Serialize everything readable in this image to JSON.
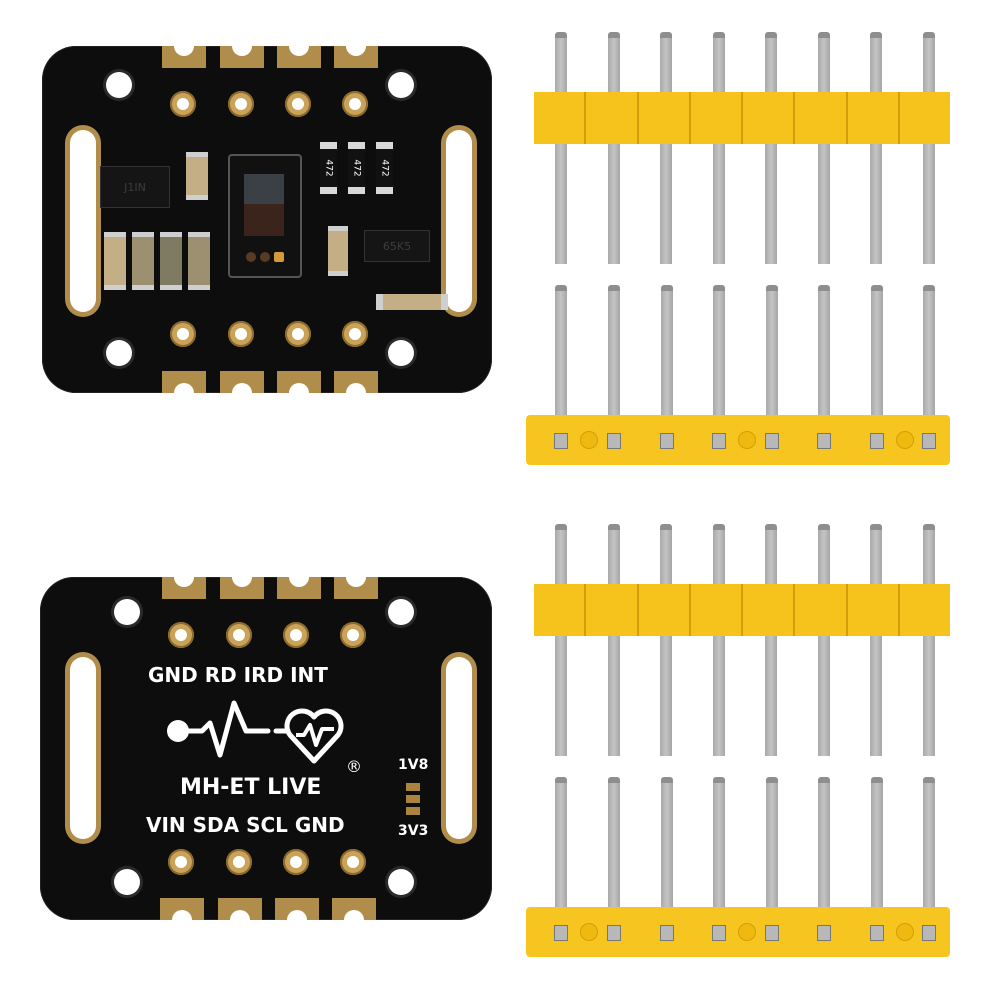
{
  "scene": {
    "description": "Product photo of MAX30102 heart-rate / pulse oximeter sensor module (MH-ET LIVE) shown front and back, with two 8-pin male headers (straight and right-angle) per board",
    "background_color": "#ffffff"
  },
  "board_front": {
    "label": "Sensor module - component side",
    "pcb_color": "#0d0d0d",
    "pad_color": "#b08d4a",
    "component_markings": {
      "regulator_left": "J1IN",
      "regulator_right": "65K5",
      "resistors": [
        "472",
        "472",
        "472"
      ]
    },
    "sensor_chip": "optical sensor (MAX30102)"
  },
  "board_back": {
    "label": "Sensor module - silkscreen side",
    "top_pin_labels": "GND RD IRD INT",
    "brand": "MH-ET LIVE",
    "registered_mark": "®",
    "bottom_pin_labels": "VIN SDA SCL GND",
    "jumper_label_top": "1V8",
    "jumper_label_bottom": "3V3",
    "logo_icons": [
      "pulse-waveform",
      "heart-with-pulse"
    ]
  },
  "headers": [
    {
      "type": "straight",
      "pins": 8,
      "housing_color": "#f6c21c",
      "pin_color": "#b5b5b5"
    },
    {
      "type": "right-angle",
      "pins": 8,
      "housing_color": "#f7c51f",
      "pin_color": "#b5b5b5"
    },
    {
      "type": "straight",
      "pins": 8,
      "housing_color": "#f6c21c",
      "pin_color": "#b5b5b5"
    },
    {
      "type": "right-angle",
      "pins": 8,
      "housing_color": "#f7c51f",
      "pin_color": "#b5b5b5"
    }
  ]
}
